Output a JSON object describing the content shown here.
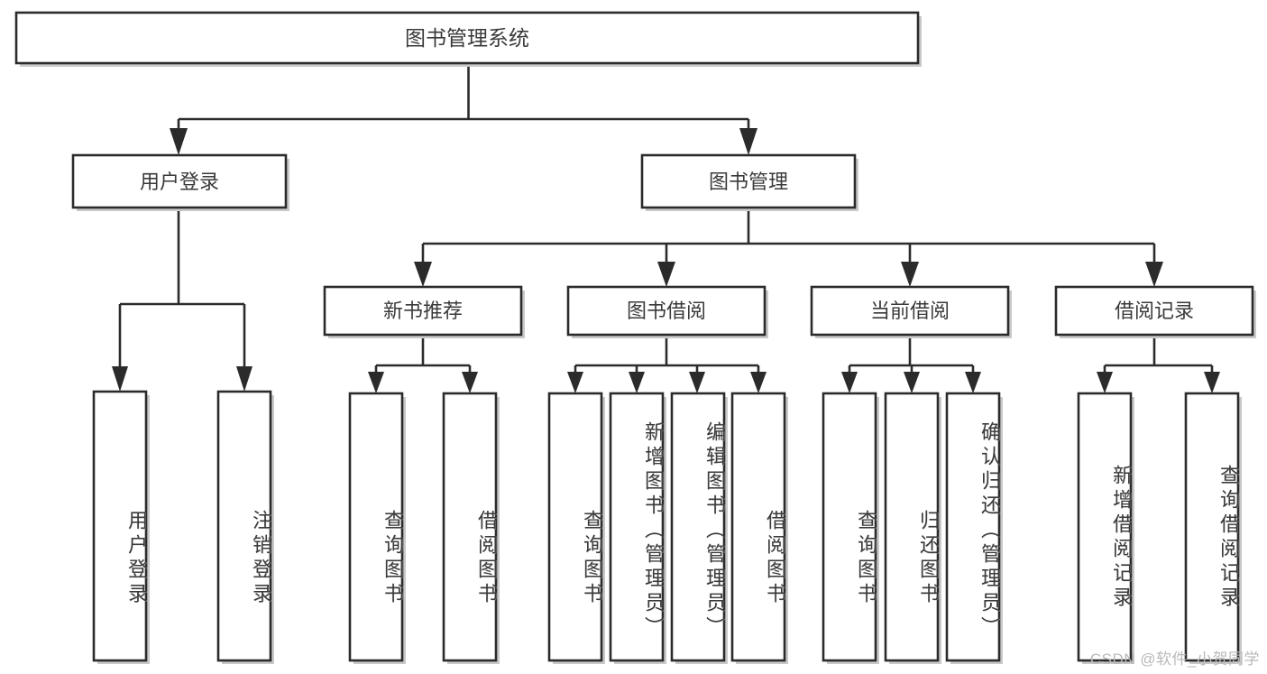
{
  "diagram": {
    "title": "图书管理系统",
    "type": "tree-hierarchy-functional-decomposition",
    "root": {
      "id": "root",
      "label": "图书管理系统"
    },
    "level1": [
      {
        "id": "user-login",
        "label": "用户登录"
      },
      {
        "id": "book-management",
        "label": "图书管理"
      }
    ],
    "level2": [
      {
        "id": "new-book-recommend",
        "label": "新书推荐",
        "parent": "book-management"
      },
      {
        "id": "book-borrow",
        "label": "图书借阅",
        "parent": "book-management"
      },
      {
        "id": "current-borrow",
        "label": "当前借阅",
        "parent": "book-management"
      },
      {
        "id": "borrow-record",
        "label": "借阅记录",
        "parent": "book-management"
      }
    ],
    "leaves": {
      "user-login": [
        {
          "id": "leaf-user-login",
          "label": "用户登录"
        },
        {
          "id": "leaf-user-logout",
          "label": "注销登录"
        }
      ],
      "new-book-recommend": [
        {
          "id": "leaf-query-book-1",
          "label": "查询图书"
        },
        {
          "id": "leaf-borrow-book-1",
          "label": "借阅图书"
        }
      ],
      "book-borrow": [
        {
          "id": "leaf-query-book-2",
          "label": "查询图书"
        },
        {
          "id": "leaf-add-book",
          "label": "新增图书（管理员）"
        },
        {
          "id": "leaf-edit-book",
          "label": "编辑图书（管理员）"
        },
        {
          "id": "leaf-borrow-book-2",
          "label": "借阅图书"
        }
      ],
      "current-borrow": [
        {
          "id": "leaf-query-book-3",
          "label": "查询图书"
        },
        {
          "id": "leaf-return-book",
          "label": "归还图书"
        },
        {
          "id": "leaf-confirm-return",
          "label": "确认归还（管理员）"
        }
      ],
      "borrow-record": [
        {
          "id": "leaf-add-record",
          "label": "新增借阅记录"
        },
        {
          "id": "leaf-query-record",
          "label": "查询借阅记录"
        }
      ]
    },
    "colors": {
      "stroke": "#2b2b2b",
      "fill": "#ffffff",
      "text": "#3a3a3a",
      "shadow": "#c9c9c9",
      "background": "#ffffff",
      "watermark": "#b9b9b9"
    }
  },
  "watermark": {
    "text": "CSDN @软件_小贺同学"
  }
}
